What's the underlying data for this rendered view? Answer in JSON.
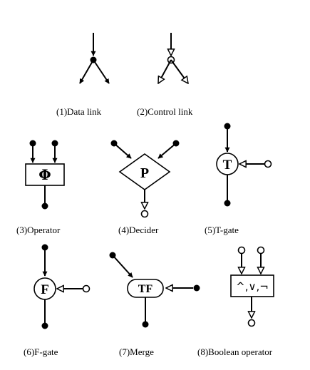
{
  "colors": {
    "ink": "#000000",
    "paper": "#ffffff"
  },
  "components": [
    {
      "id": "data-link",
      "caption": "(1)Data link"
    },
    {
      "id": "control-link",
      "caption": "(2)Control link"
    },
    {
      "id": "operator",
      "caption": "(3)Operator",
      "symbol": "Φ"
    },
    {
      "id": "decider",
      "caption": "(4)Decider",
      "symbol": "P"
    },
    {
      "id": "t-gate",
      "caption": "(5)T-gate",
      "symbol": "T"
    },
    {
      "id": "f-gate",
      "caption": "(6)F-gate",
      "symbol": "F"
    },
    {
      "id": "merge",
      "caption": "(7)Merge",
      "symbol": "TF"
    },
    {
      "id": "boolean-operator",
      "caption": "(8)Boolean operator",
      "symbol": "^,∨,¬"
    }
  ]
}
